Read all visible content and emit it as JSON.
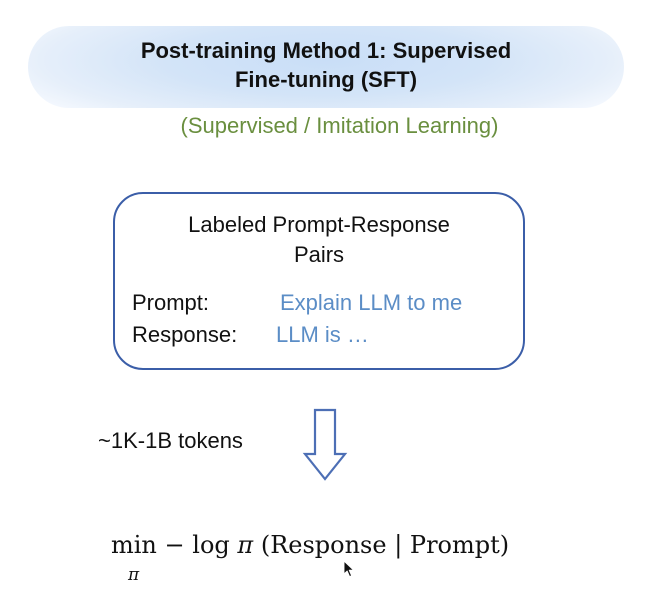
{
  "title": {
    "line1": "Post-training Method 1: Supervised",
    "line2": "Fine-tuning (SFT)"
  },
  "subtitle": "(Supervised / Imitation Learning)",
  "pairs_box": {
    "heading_line1": "Labeled Prompt-Response",
    "heading_line2": "Pairs",
    "prompt_label": "Prompt:",
    "prompt_value": "Explain LLM to me",
    "response_label": "Response:",
    "response_value": "LLM is …"
  },
  "tokens_label": "~1K-1B tokens",
  "formula": {
    "operator": "min",
    "subscript": "π",
    "neg_log": "− log",
    "policy": "π",
    "expression": "(Response | Prompt)"
  },
  "colors": {
    "accent_blue": "#3b5ea8",
    "value_blue": "#5b8dc6",
    "subtitle_green": "#6a8f3f",
    "banner_blue": "#c9def7"
  }
}
